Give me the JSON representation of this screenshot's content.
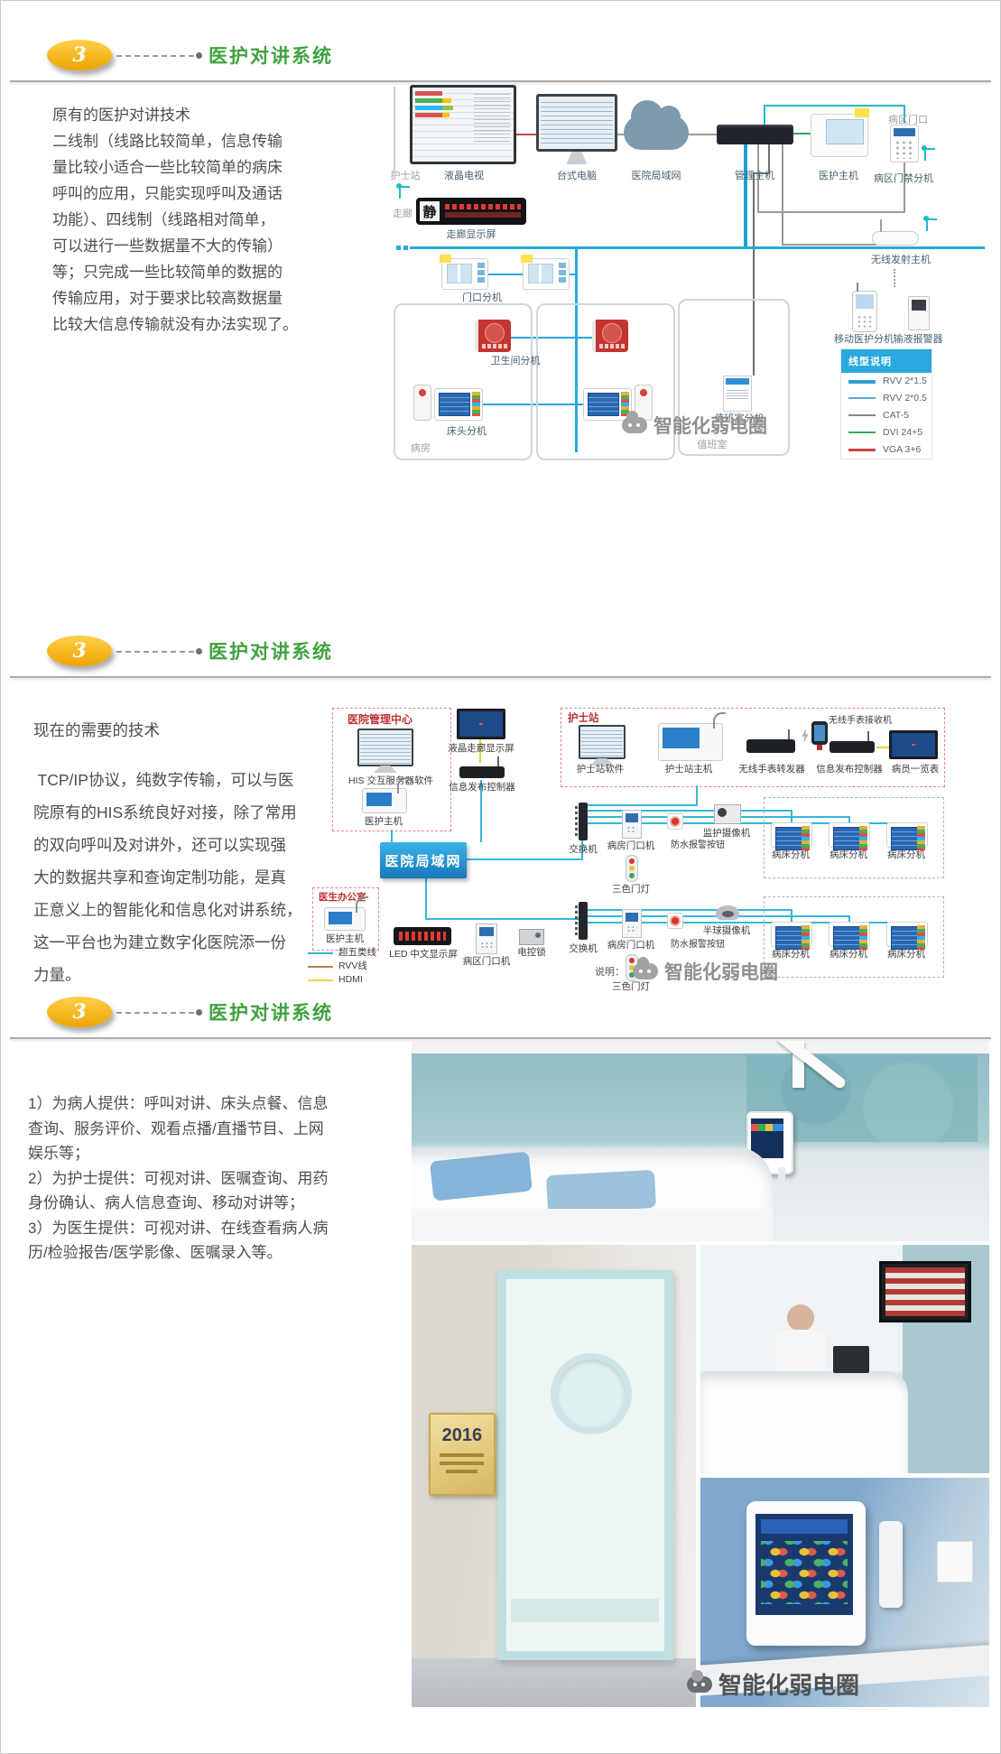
{
  "watermark": {
    "text": "智能化弱电圈"
  },
  "header": {
    "badge": "3",
    "title": "医护对讲系统",
    "badge_color": "#f2a900",
    "title_color": "#3fa23f"
  },
  "section1": {
    "paragraph": [
      "原有的医护对讲技术",
      "二线制（线路比较简单，信息传输",
      "量比较小适合一些比较简单的病床",
      "呼叫的应用，只能实现呼叫及通话",
      "功能）、四线制（线路相对简单，",
      "可以进行一些数据量不大的传输）",
      "等；只完成一些比较简单的数据的",
      "传输应用，对于要求比较高数据量",
      "比较大信息传输就没有办法实现了。"
    ],
    "diagram": {
      "nurse_station": "护士站",
      "lcd_tv": "液晶电视",
      "desktop_pc": "台式电脑",
      "hospital_lan": "医院局域网",
      "management_host": "管理主机",
      "care_host": "医护主机",
      "ward_entrance": "病区门口",
      "ward_access_ext": "病区门禁分机",
      "corridor": "走廊",
      "corridor_display": "走廊显示屏",
      "corridor_display_logo": "静",
      "door_ext": "门口分机",
      "bathroom_ext": "卫生间分机",
      "bed_ext": "床头分机",
      "ward_room": "病房",
      "duty_room_ext": "值班室分机",
      "duty_room": "值班室",
      "wireless_tx_host": "无线发射主机",
      "mobile_care_ext": "移动医护分机",
      "infusion_alarm": "输液报警器",
      "legend": {
        "title": "线型说明",
        "items": [
          {
            "label": "RVV 2*1.5",
            "color": "#2e9fd0"
          },
          {
            "label": "RVV 2*0.5",
            "color": "#5aa9d6"
          },
          {
            "label": "CAT-5",
            "color": "#888888"
          },
          {
            "label": "DVI 24+5",
            "color": "#3aa655"
          },
          {
            "label": "VGA 3+6",
            "color": "#cc4444"
          }
        ]
      }
    }
  },
  "section2": {
    "intro": "现在的需要的技术",
    "paragraph": [
      " TCP/IP协议，纯数字传输，可以与医",
      "院原有的HIS系统良好对接，除了常用",
      "的双向呼叫及对讲外，还可以实现强",
      "大的数据共享和查询定制功能，是真",
      "正意义上的智能化和信息化对讲系统，",
      "这一平台也为建立数字化医院添一份",
      "力量。"
    ],
    "diagram": {
      "mgmt_center": "医院管理中心",
      "his_software": "HIS 交互服务器软件",
      "care_host": "医护主机",
      "lcd_corridor_display": "液晶走廊显示屏",
      "info_controller": "信息发布控制器",
      "nurse_station": "护士站",
      "nurse_software": "护士站软件",
      "nurse_host": "护士站主机",
      "watch_transmitter": "无线手表转发器",
      "watch_receiver": "无线手表接收机",
      "info_controller2": "信息发布控制器",
      "patient_board": "病员一览表",
      "hospital_lan": "医院局域网",
      "switch1": "交换机",
      "switch2": "交换机",
      "monitor_camera": "监护摄像机",
      "dome_camera": "半球摄像机",
      "bed_ext": "病床分机",
      "ward_door_unit": "病房门口机",
      "alarm_button": "防水报警按钮",
      "tricolor_light": "三色门灯",
      "doctor_office": "医生办公室",
      "doctor_host": "医护主机",
      "led_display": "LED 中文显示屏",
      "ward_entrance_unit": "病区门口机",
      "electric_lock": "电控锁",
      "note": "说明：",
      "legend": [
        {
          "label": "超五类线",
          "color": "#35b8d8"
        },
        {
          "label": "RVV线",
          "color": "#c87941"
        },
        {
          "label": "HDMI",
          "color": "#e8d44a"
        }
      ]
    }
  },
  "section3": {
    "paragraph": [
      "1）为病人提供：呼叫对讲、床头点餐、信息",
      "查询、服务评价、观看点播/直播节目、上网",
      "娱乐等；",
      "2）为护士提供：可视对讲、医嘱查询、用药",
      "身份确认、病人信息查询、移动对讲等；",
      "3）为医生提供：可视对讲、在线查看病人病",
      "历/检验报告/医学影像、医嘱录入等。"
    ],
    "door_sign": "2016"
  }
}
